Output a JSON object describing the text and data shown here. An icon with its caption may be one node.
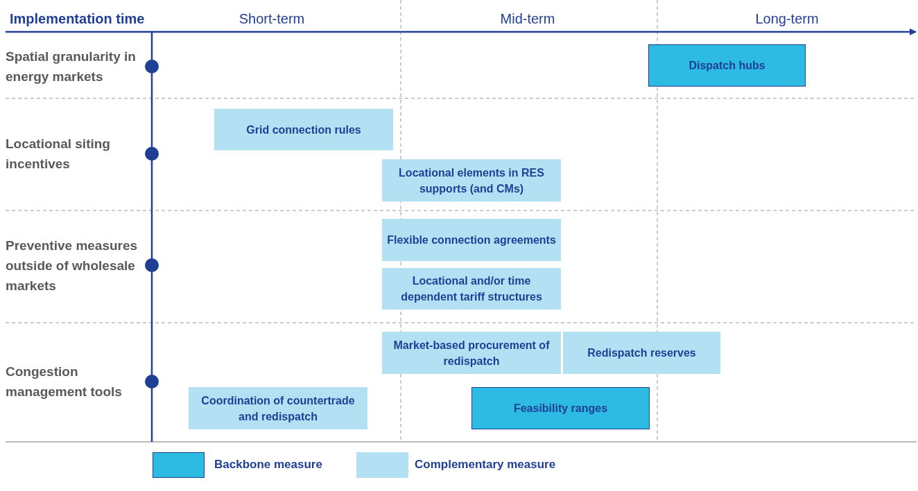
{
  "diagram": {
    "nodes": [
      {
        "text": [
          "Dispatch hubs"
        ]
      },
      {
        "text": [
          "Grid connection rules"
        ]
      },
      {
        "text": [
          "Locational elements in RES supports (and CMs)"
        ]
      },
      {
        "text": [
          "Flexible connection agreements"
        ]
      },
      {
        "text": [
          "Locational and/or time dependent tariff structures"
        ]
      },
      {
        "text": [
          "Market-based procurement of redispatch"
        ]
      },
      {
        "text": [
          "Redispatch reserves"
        ]
      },
      {
        "text": [
          "Coordination of countertrade and redispatch"
        ]
      },
      {
        "text": [
          "Feasibility ranges"
        ]
      }
    ],
    "labels": [
      "Implementation time",
      "Short-term",
      "Mid-term",
      "Long-term",
      "Spatial granularity in energy markets",
      "Locational siting incentives",
      "Preventive measures outside of wholesale markets",
      "Congestion management tools"
    ],
    "legend": [
      {
        "text": "Backbone measure",
        "color": "#2dbae3"
      },
      {
        "text": "Complementary measure",
        "color": "#b3e0f2"
      }
    ]
  }
}
